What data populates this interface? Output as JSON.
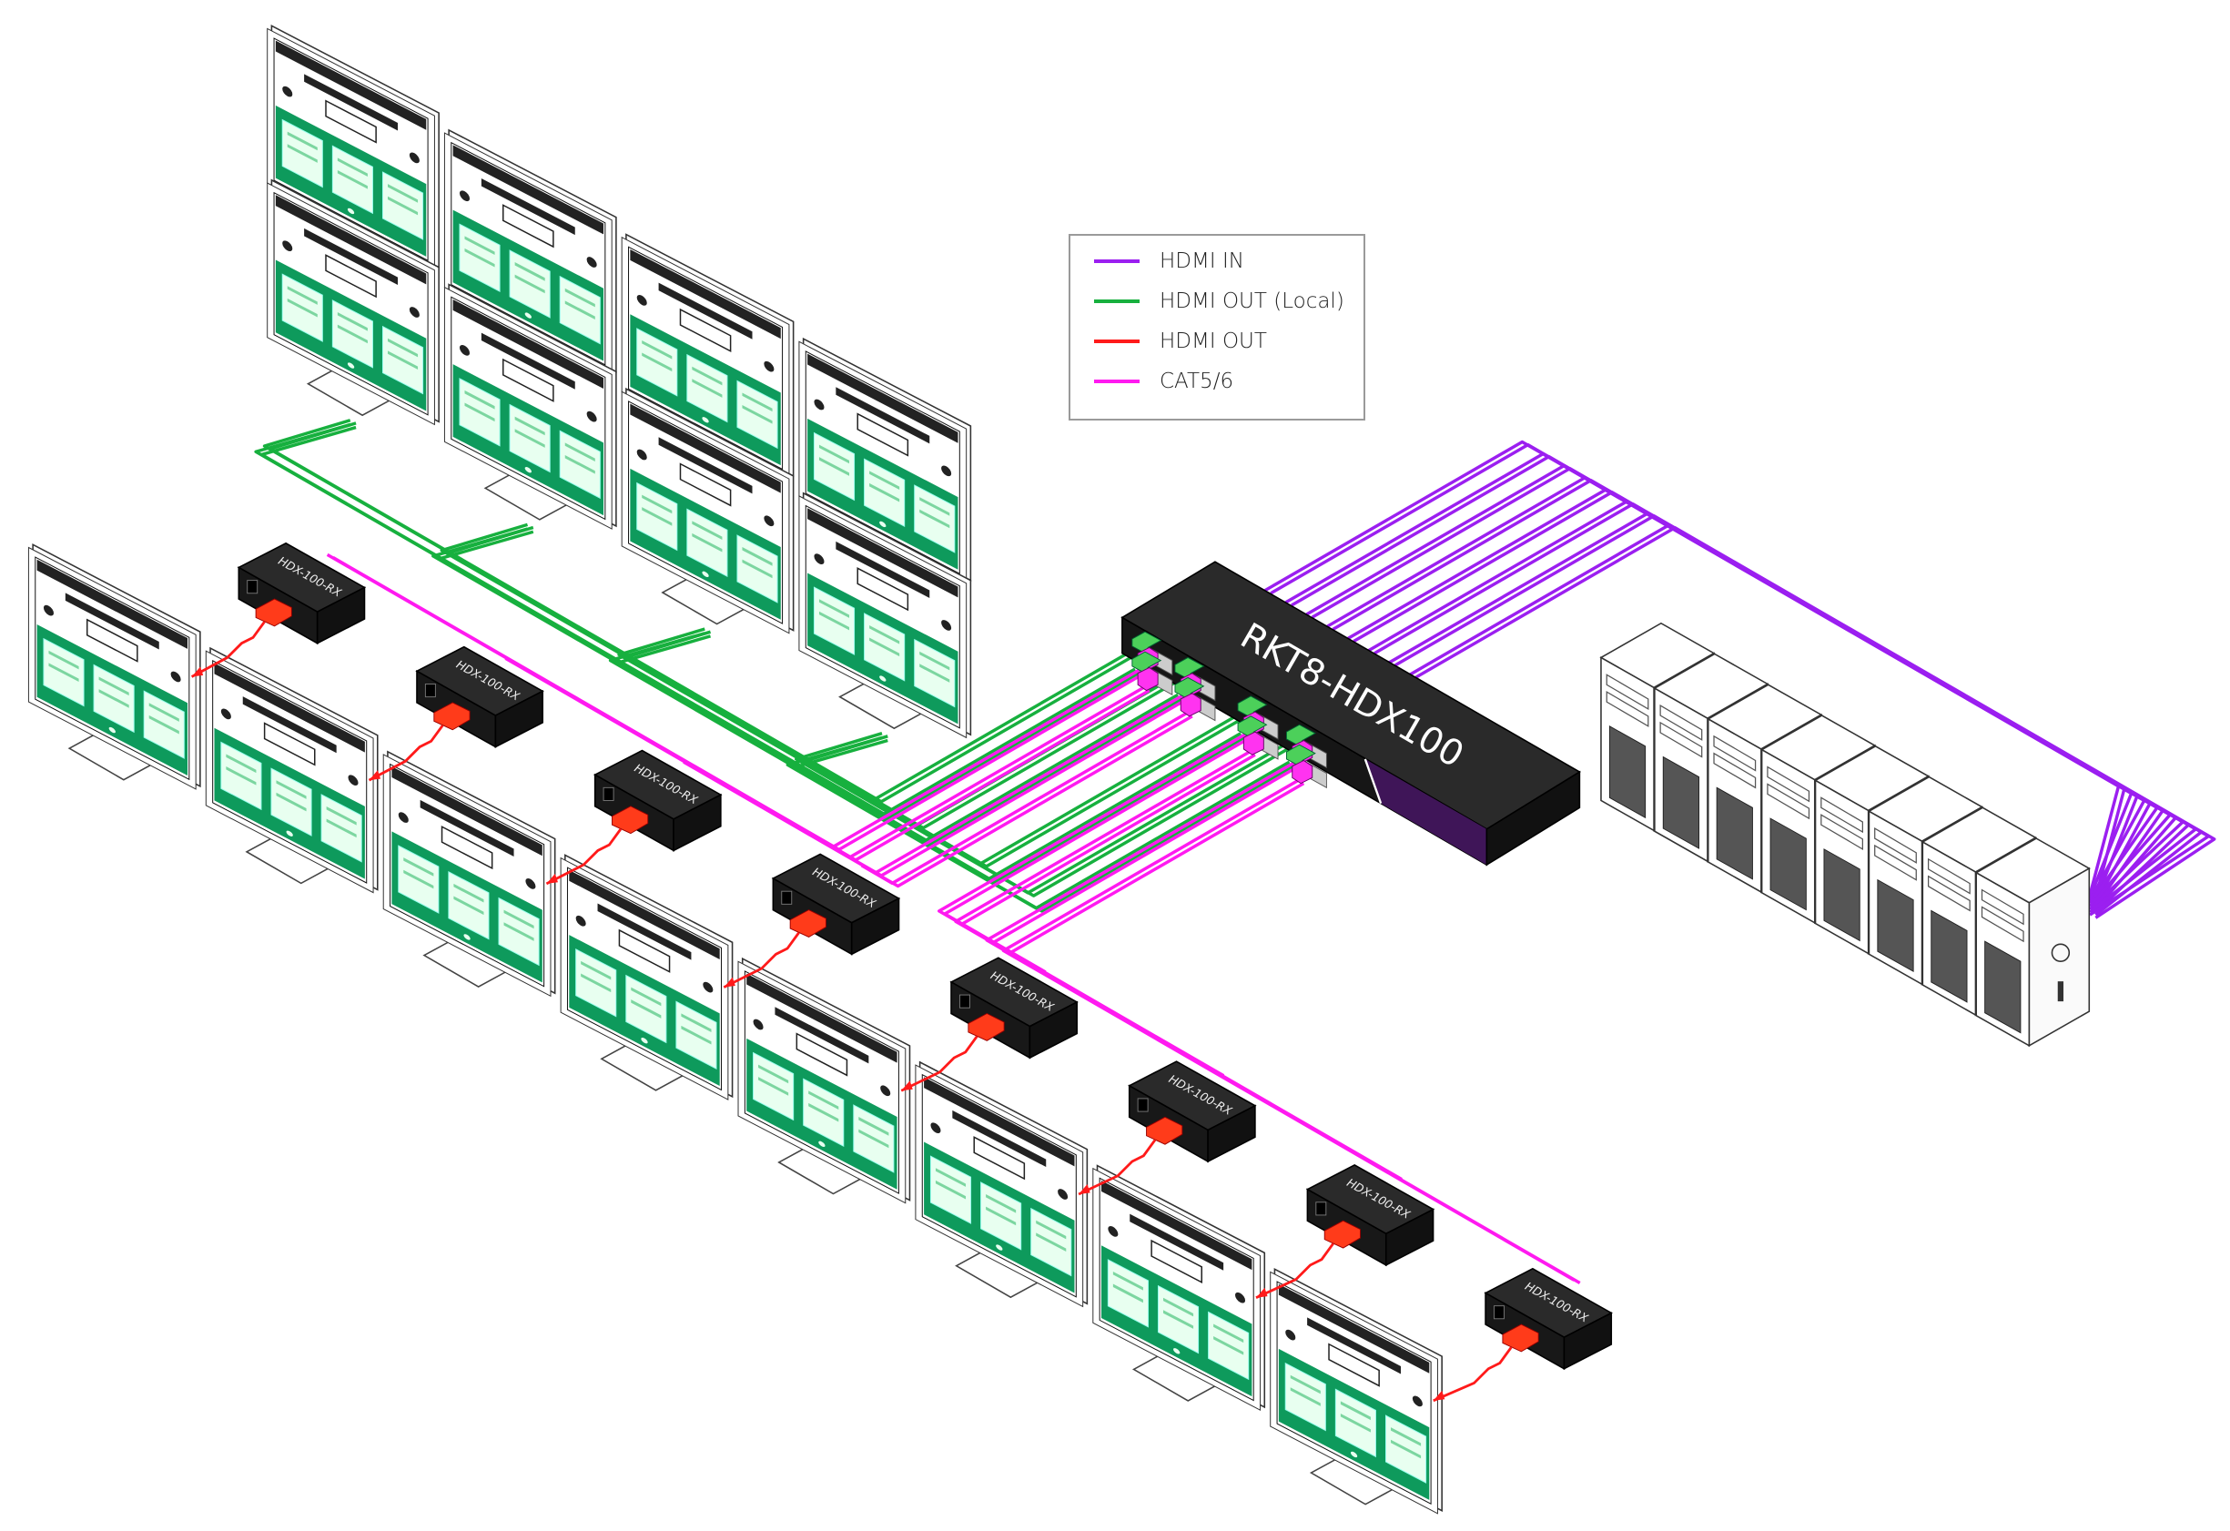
{
  "legend": {
    "items": [
      {
        "label": "HDMI IN",
        "color": "#9b1ff0",
        "icon": "purple-line"
      },
      {
        "label": "HDMI OUT (Local)",
        "color": "#17b03e",
        "icon": "green-line"
      },
      {
        "label": "HDMI OUT",
        "color": "#ff1a1a",
        "icon": "red-line"
      },
      {
        "label": "CAT5/6",
        "color": "#ff1af0",
        "icon": "magenta-line"
      }
    ]
  },
  "switch": {
    "label": "RKT8-HDX100",
    "body_color": "#2a2a2a",
    "accent_color": "#3f1558"
  },
  "receivers": [
    {
      "label": "HDX-100-RX"
    },
    {
      "label": "HDX-100-RX"
    },
    {
      "label": "HDX-100-RX"
    },
    {
      "label": "HDX-100-RX"
    },
    {
      "label": "HDX-100-RX"
    },
    {
      "label": "HDX-100-RX"
    },
    {
      "label": "HDX-100-RX"
    },
    {
      "label": "HDX-100-RX"
    }
  ],
  "local_video_wall": {
    "columns": 4,
    "rows": 2
  },
  "remote_displays": 8,
  "source_pcs": 8,
  "colors": {
    "screen_green": "#0e9a5c",
    "receiver_connector": "#ff3b1a",
    "port_green": "#4cd05a",
    "port_magenta": "#ff33f0"
  }
}
